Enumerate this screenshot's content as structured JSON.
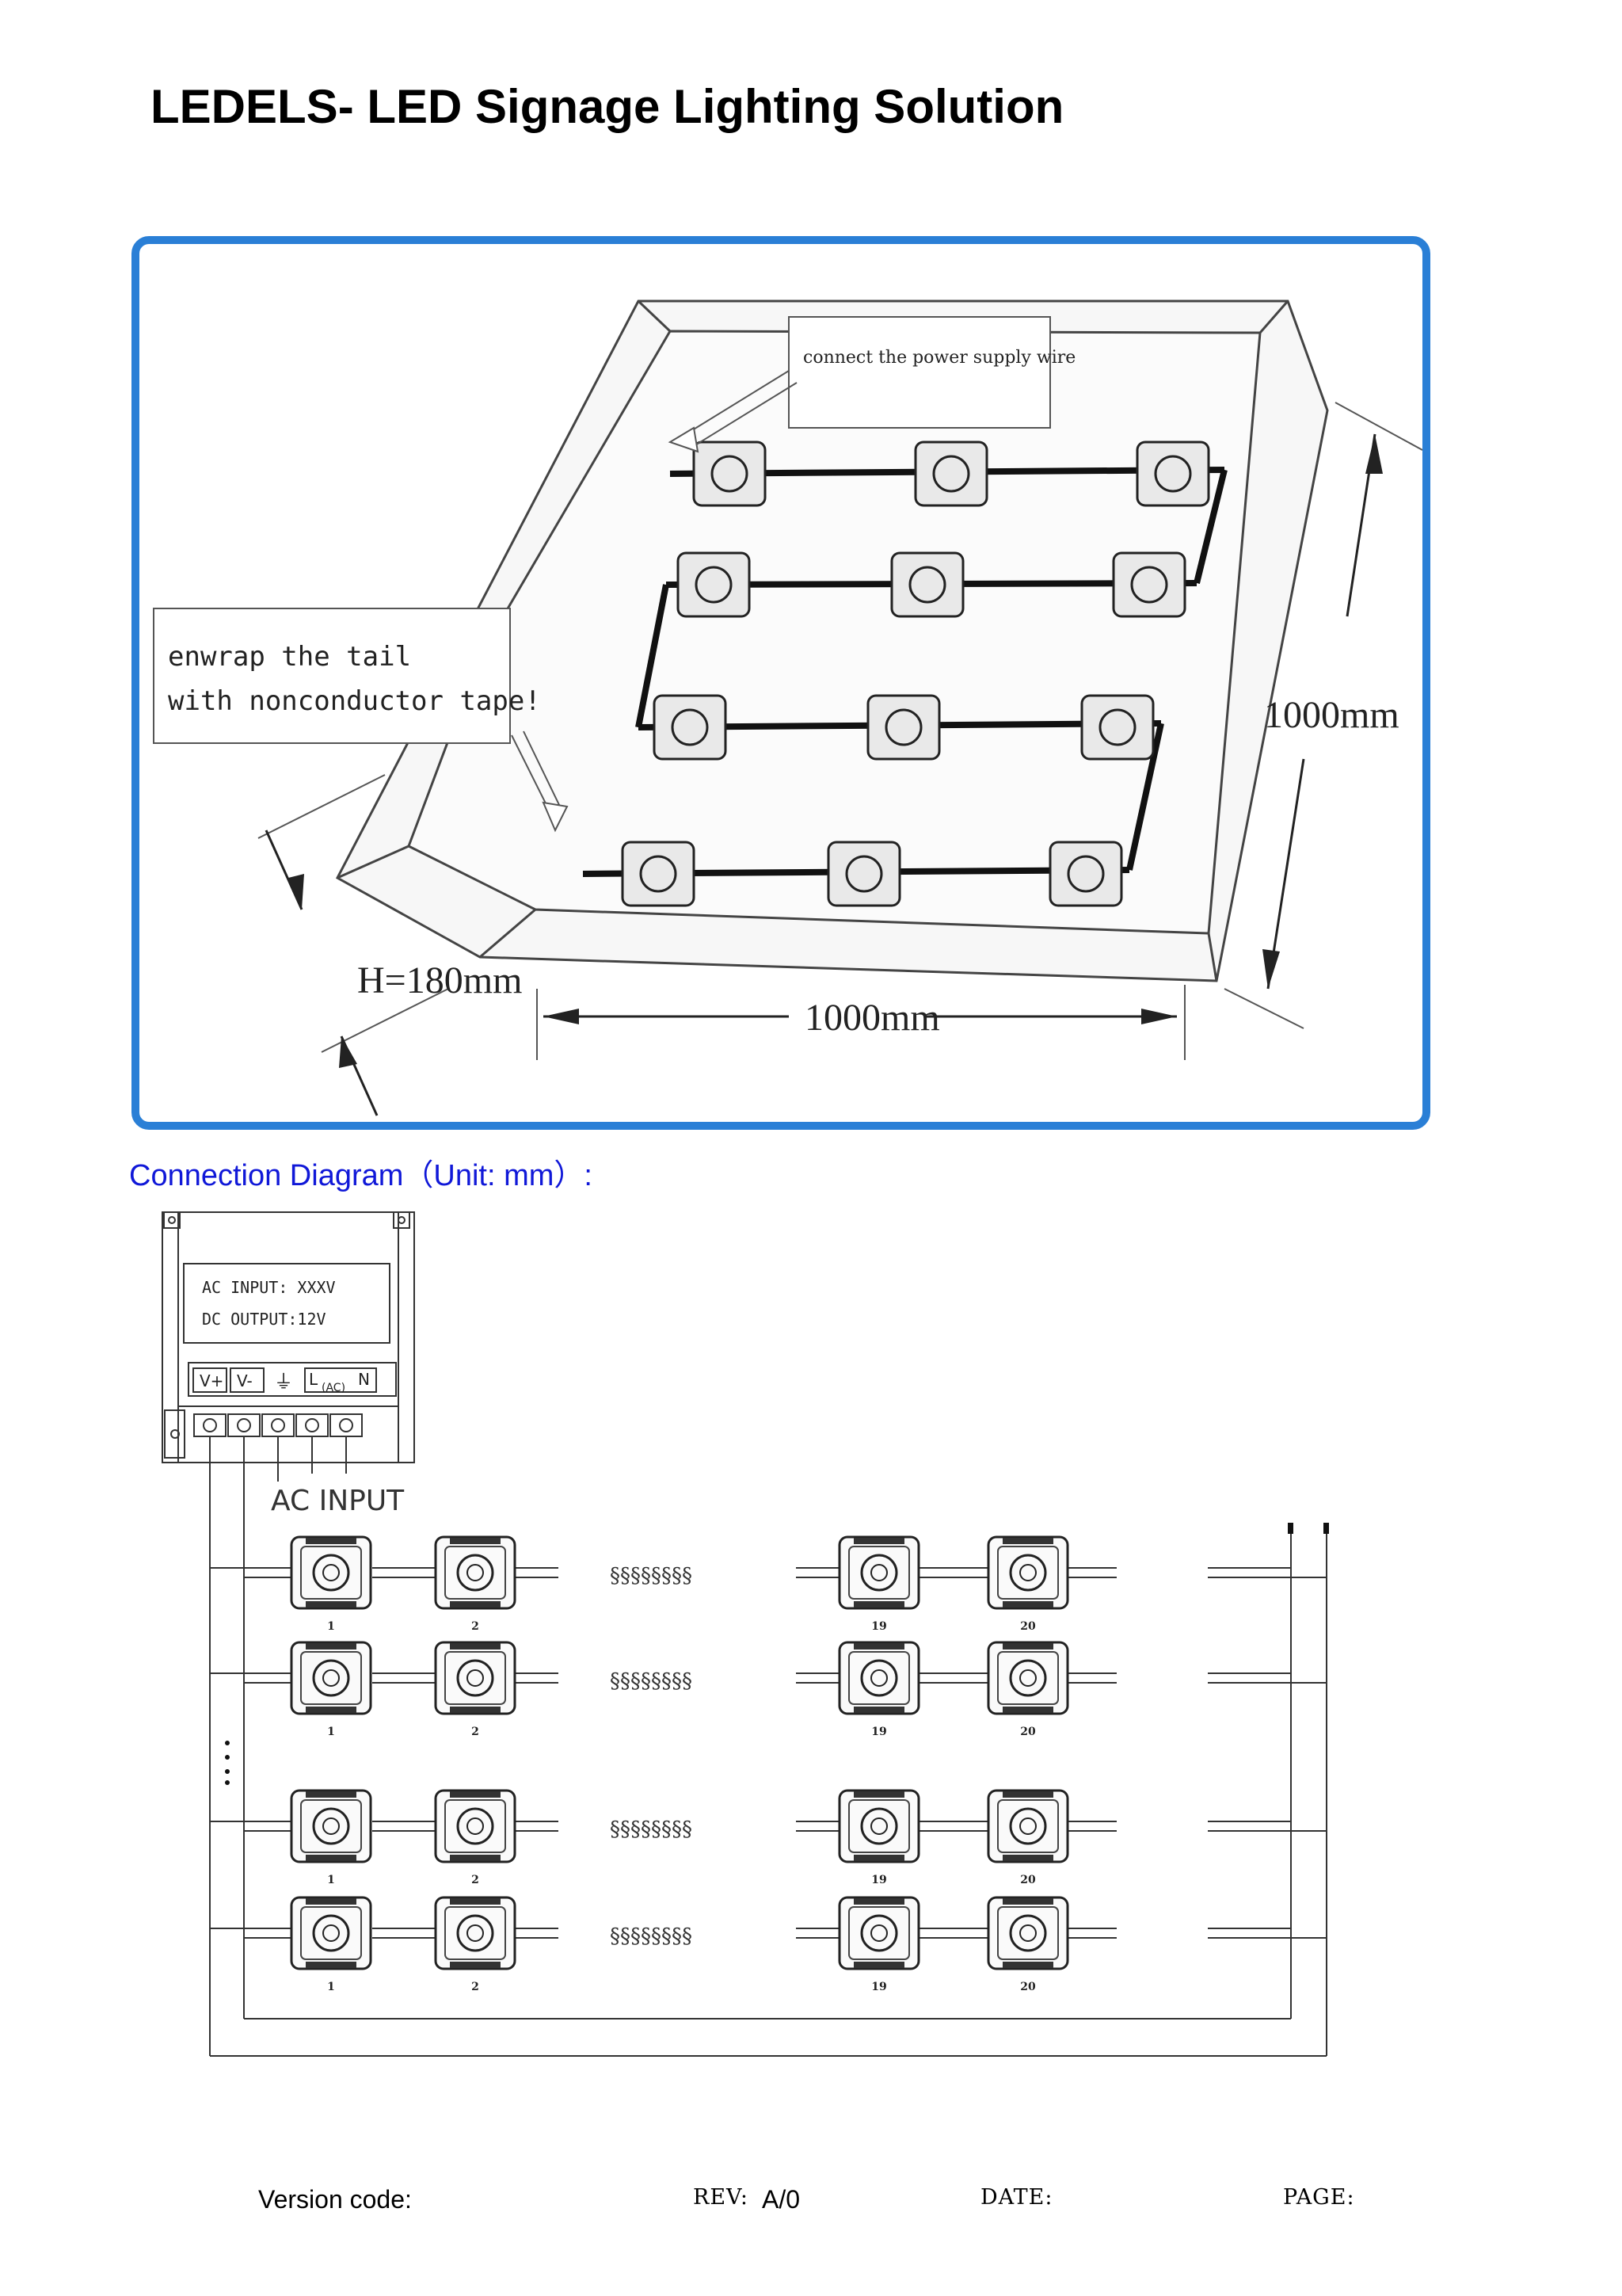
{
  "header": {
    "title": "LEDELS- LED Signage Lighting Solution"
  },
  "installation_figure": {
    "callout_power": "connect the power supply wire",
    "callout_tail_line1": "enwrap the tail",
    "callout_tail_line2": "with nonconductor tape!",
    "dim_width": "1000mm",
    "dim_height": "1000mm",
    "dim_depth": "H=180mm"
  },
  "connection": {
    "caption": "Connection Diagram（Unit:  mm）:",
    "psu_line1": "AC INPUT: XXXV",
    "psu_line2": "DC OUTPUT:12V",
    "term_vplus": "V+",
    "term_vminus": "V-",
    "term_ground": "⏚",
    "term_l": "L",
    "term_ac": "(AC)",
    "term_n": "N",
    "ac_input_label": "AC  INPUT",
    "rows": [
      {
        "labels": [
          "1",
          "2",
          "19",
          "20"
        ]
      },
      {
        "labels": [
          "1",
          "2",
          "19",
          "20"
        ]
      },
      {
        "labels": [
          "1",
          "2",
          "19",
          "20"
        ]
      },
      {
        "labels": [
          "1",
          "2",
          "19",
          "20"
        ]
      }
    ],
    "break_marks": "§§§§§§§§"
  },
  "footer": {
    "version_label": "Version code:",
    "rev_label": "REV:",
    "rev_value": "A/0",
    "date_label": "DATE:",
    "page_label": "PAGE:"
  }
}
